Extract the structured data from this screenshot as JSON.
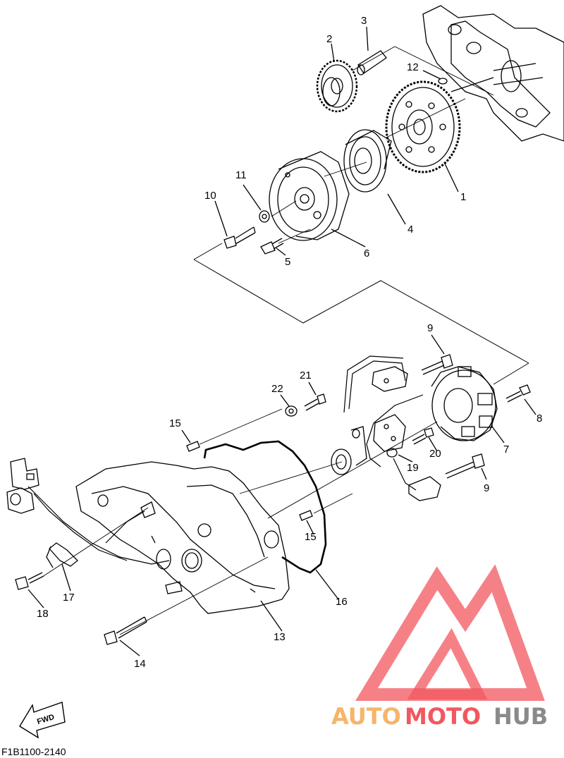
{
  "diagram_code": "F1B1100-2140",
  "fwd_label": "FWD",
  "watermark": {
    "part1": "AUTO",
    "part2": "MOTO",
    "part3": "HUB",
    "color_orange": "#f6b56b",
    "color_red": "#f2575f",
    "color_gray": "#8a8a8a"
  },
  "callouts": [
    "1",
    "2",
    "3",
    "4",
    "5",
    "6",
    "7",
    "8",
    "9",
    "9",
    "10",
    "11",
    "12",
    "13",
    "14",
    "15",
    "15",
    "16",
    "17",
    "18",
    "19",
    "20",
    "21",
    "22"
  ]
}
